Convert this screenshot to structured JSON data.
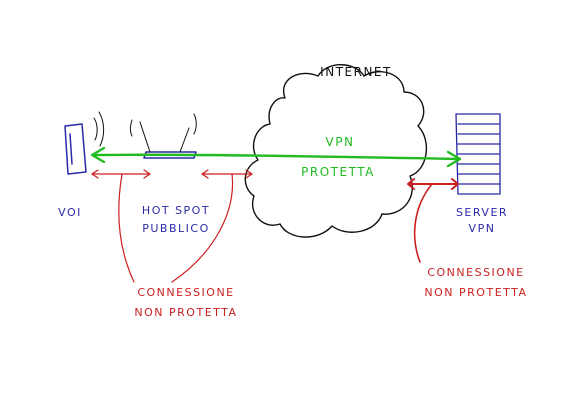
{
  "labels": {
    "internet": "INTERNET",
    "vpn_line1": "VPN",
    "vpn_line2": "PROTETTA",
    "voi": "VOI",
    "hotspot_line1": "HOT SPOT",
    "hotspot_line2": "PUBBLICO",
    "server_line1": "SERVER",
    "server_line2": "VPN",
    "conn_left_line1": "CONNESSIONE",
    "conn_left_line2": "NON PROTETTA",
    "conn_right_line1": "CONNESSIONE",
    "conn_right_line2": "NON PROTETTA"
  },
  "colors": {
    "ink": "#111111",
    "device": "#2a2aa8",
    "vpn": "#22bb22",
    "unprotected": "#cc1f1f"
  }
}
